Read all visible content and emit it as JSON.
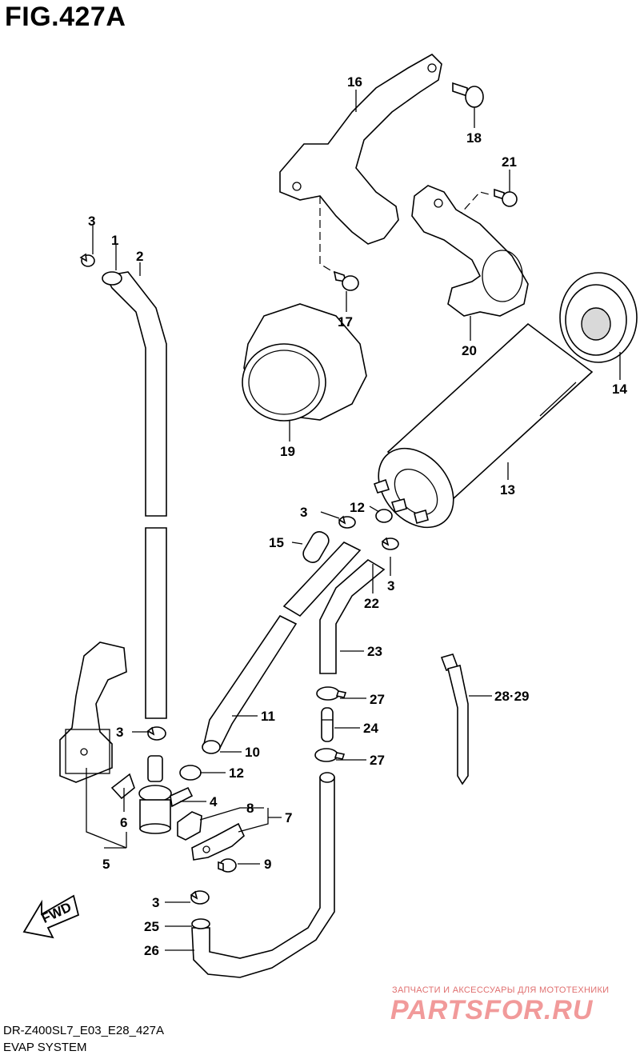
{
  "figure": {
    "title": "FIG.427A",
    "code": "DR-Z400SL7_E03_E28_427A",
    "name": "EVAP SYSTEM",
    "fwd_label": "FWD"
  },
  "watermark": {
    "caption": "ЗАПЧАСТИ И АКСЕССУАРЫ ДЛЯ МОТОТЕХНИКИ",
    "logo": "PARTSFOR.RU"
  },
  "callouts": {
    "c1": "1",
    "c2": "2",
    "c3a": "3",
    "c3b": "3",
    "c3c": "3",
    "c3d": "3",
    "c3e": "3",
    "c4": "4",
    "c5": "5",
    "c6": "6",
    "c7": "7",
    "c8": "8",
    "c9": "9",
    "c10": "10",
    "c11": "11",
    "c12a": "12",
    "c12b": "12",
    "c13": "13",
    "c14": "14",
    "c15": "15",
    "c16": "16",
    "c17": "17",
    "c18": "18",
    "c19": "19",
    "c20": "20",
    "c21": "21",
    "c22": "22",
    "c23": "23",
    "c24": "24",
    "c25": "25",
    "c26": "26",
    "c27a": "27",
    "c27b": "27",
    "c2829": "28·29"
  }
}
